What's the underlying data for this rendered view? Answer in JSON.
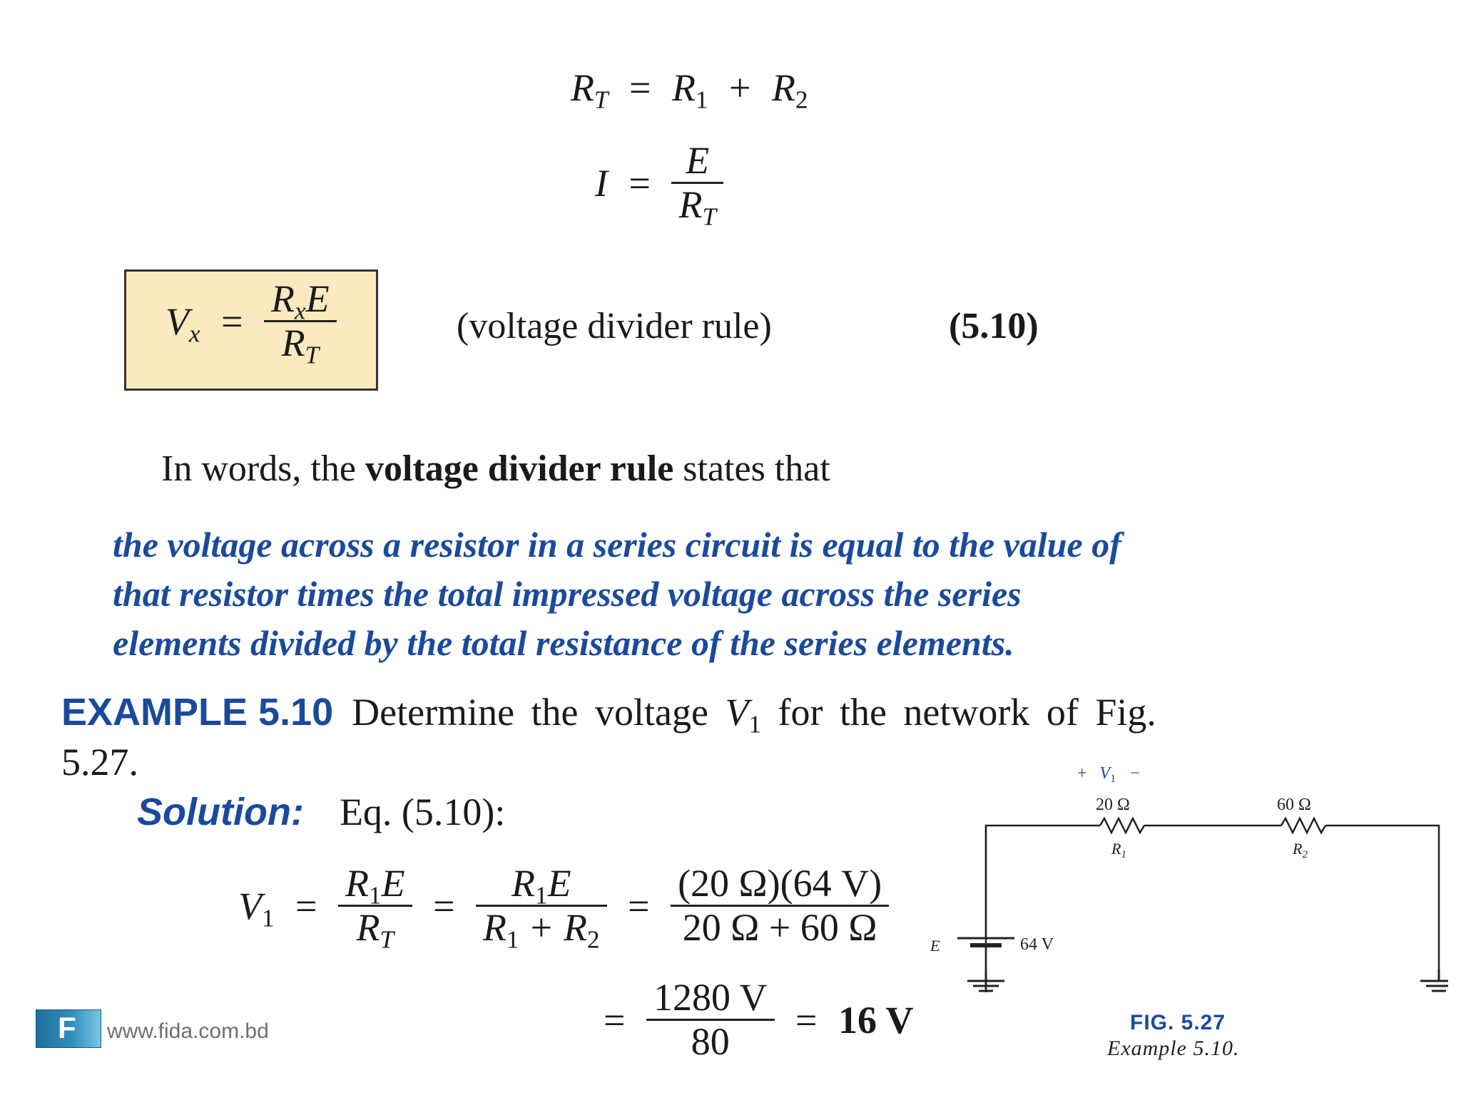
{
  "equations": {
    "rt": {
      "lhs": "R",
      "lhs_sub": "T",
      "eq": "=",
      "r1": "R",
      "r1_sub": "1",
      "plus": "+",
      "r2": "R",
      "r2_sub": "2"
    },
    "current": {
      "lhs": "I",
      "eq": "=",
      "num": "E",
      "den": "R",
      "den_sub": "T"
    },
    "vdr": {
      "lhs": "V",
      "lhs_sub": "x",
      "eq": "=",
      "num_r": "R",
      "num_sub": "x",
      "num_e": "E",
      "den": "R",
      "den_sub": "T",
      "label": "(voltage divider rule)",
      "number": "(5.10)"
    }
  },
  "intro": {
    "pre": "In words, the ",
    "bold": "voltage divider rule",
    "post": " states that"
  },
  "rule_lines": [
    "the voltage across a resistor in a series circuit is equal to the value of",
    "that resistor times the total impressed voltage across the series",
    "elements divided by the total resistance of the series elements."
  ],
  "example": {
    "title": "EXAMPLE 5.10",
    "text_pre": "Determine the voltage ",
    "var": "V",
    "var_sub": "1",
    "text_post": " for the network of Fig.",
    "line2": "5.27."
  },
  "solution": {
    "label": "Solution:",
    "ref": "Eq. (5.10):",
    "lhs": "V",
    "lhs_sub": "1",
    "eq": "=",
    "f1_num": "R",
    "f1_num_sub": "1",
    "f1_num_e": "E",
    "f1_den": "R",
    "f1_den_sub": "T",
    "f2_num": "R",
    "f2_num_sub": "1",
    "f2_num_e": "E",
    "f2_den_a": "R",
    "f2_den_a_sub": "1",
    "f2_plus": "+",
    "f2_den_b": "R",
    "f2_den_b_sub": "2",
    "f3_num": "(20 Ω)(64 V)",
    "f3_den": "20 Ω + 60 Ω",
    "f4_num": "1280 V",
    "f4_den": "80",
    "result": "16 V"
  },
  "figure": {
    "v1_label_plus": "+",
    "v1_label": "V",
    "v1_sub": "1",
    "v1_label_minus": "−",
    "r1_value": "20 Ω",
    "r1_name": "R",
    "r1_sub": "1",
    "r2_value": "60 Ω",
    "r2_name": "R",
    "r2_sub": "2",
    "source_name": "E",
    "source_value": "64 V",
    "caption_title": "FIG. 5.27",
    "caption_sub": "Example 5.10."
  },
  "footer": {
    "logo_letter": "F",
    "url": "www.fida.com.bd"
  },
  "colors": {
    "accent_blue": "#1a4a9c",
    "box_fill": "#fbe9bf",
    "logo_blue": "#1f6f9a"
  }
}
